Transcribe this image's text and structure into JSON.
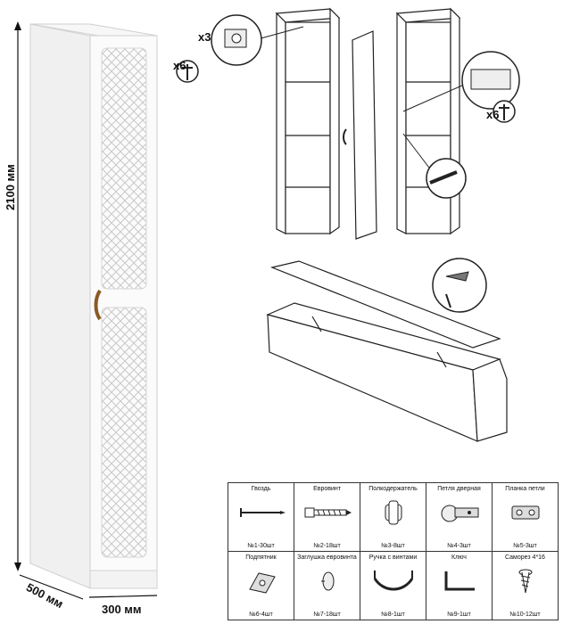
{
  "dimensions": {
    "height": "2100 мм",
    "depth": "500 мм",
    "width": "300 мм"
  },
  "callouts": {
    "hinge_qty": "x3",
    "screw_qty_top": "x6",
    "screw_qty_right": "x6"
  },
  "parts": [
    {
      "name": "Гвоздь",
      "count": "№1-30шт",
      "icon": "nail-icon"
    },
    {
      "name": "Евровинт",
      "count": "№2-18шт",
      "icon": "euroscrew-icon"
    },
    {
      "name": "Полкодержатель",
      "count": "№3-8шт",
      "icon": "shelf-support-icon"
    },
    {
      "name": "Петля дверная",
      "count": "№4-3шт",
      "icon": "door-hinge-icon"
    },
    {
      "name": "Планка петли",
      "count": "№5-3шт",
      "icon": "hinge-plate-icon"
    },
    {
      "name": "Подпятник",
      "count": "№6-4шт",
      "icon": "glide-icon"
    },
    {
      "name": "Заглушка евровинта",
      "count": "№7-18шт",
      "icon": "cap-icon"
    },
    {
      "name": "Ручка с винтами",
      "count": "№8-1шт",
      "icon": "handle-icon"
    },
    {
      "name": "Ключ",
      "count": "№9-1шт",
      "icon": "hex-key-icon"
    },
    {
      "name": "Саморез 4*16",
      "count": "№10-12шт",
      "icon": "wood-screw-icon"
    }
  ]
}
